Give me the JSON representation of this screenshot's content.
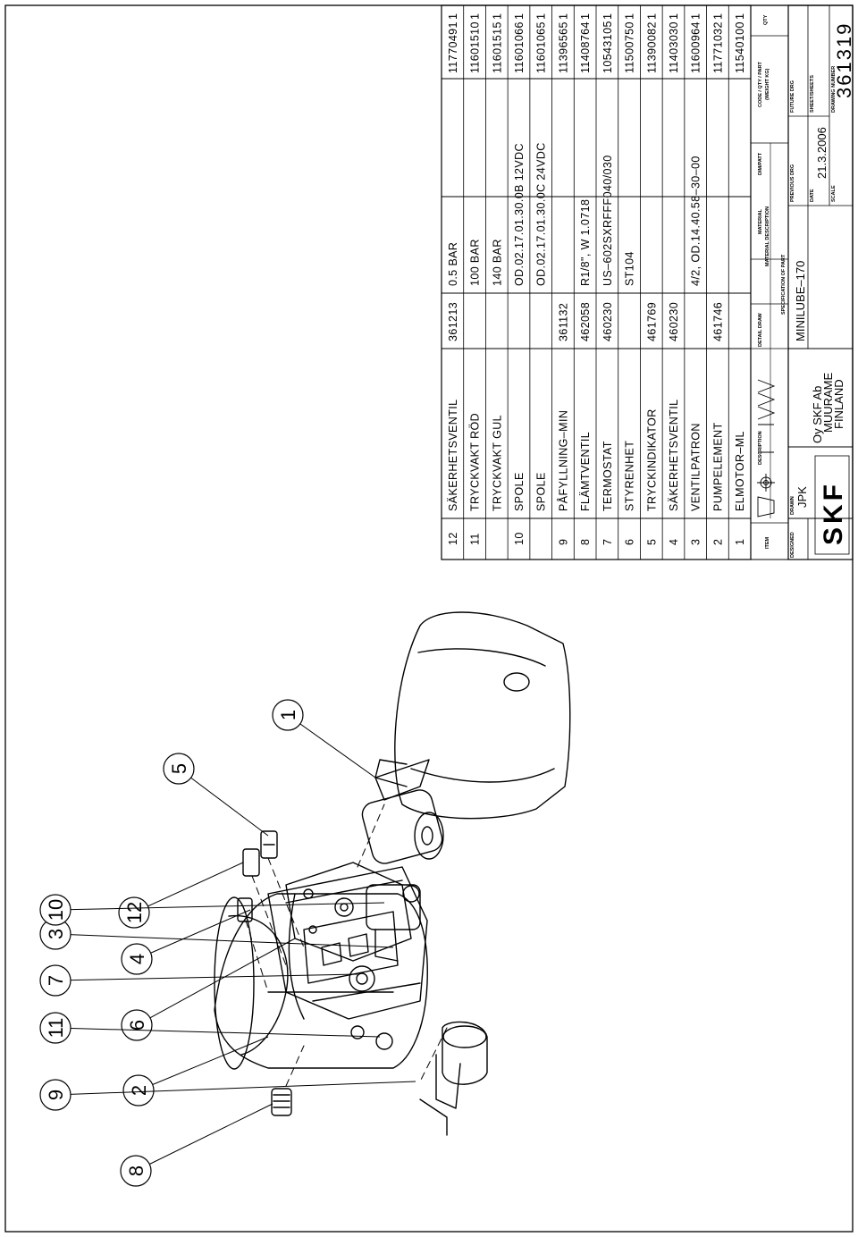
{
  "bom": {
    "rows": [
      {
        "item": "12",
        "description": "SÄKERHETSVENTIL",
        "detail_drw": "361213",
        "material": "0.5  BAR",
        "code": "11770491",
        "qty": "1"
      },
      {
        "item": "11",
        "description": "TRYCKVAKT  RÖD",
        "detail_drw": "",
        "material": "100  BAR",
        "code": "11601510",
        "qty": "1"
      },
      {
        "item": "",
        "description": "TRYCKVAKT  GUL",
        "detail_drw": "",
        "material": "140  BAR",
        "code": "11601515",
        "qty": "1"
      },
      {
        "item": "10",
        "description": "SPOLE",
        "detail_drw": "",
        "material": "OD.02.17.01.30.0B  12VDC",
        "code": "11601066",
        "qty": "1"
      },
      {
        "item": "",
        "description": "SPOLE",
        "detail_drw": "",
        "material": "OD.02.17.01.30.0C  24VDC",
        "code": "11601065",
        "qty": "1"
      },
      {
        "item": "9",
        "description": "PÅFYLLNING–MIN",
        "detail_drw": "361132",
        "material": "",
        "code": "11396565",
        "qty": "1"
      },
      {
        "item": "8",
        "description": "FLÄMTVENTIL",
        "detail_drw": "462058",
        "material": "R1/8\",  W 1.0718",
        "code": "11408764",
        "qty": "1"
      },
      {
        "item": "7",
        "description": "TERMOSTAT",
        "detail_drw": "460230",
        "material": "US–602SXRFFF040/030",
        "code": "10543105",
        "qty": "1"
      },
      {
        "item": "6",
        "description": "STYRENHET",
        "detail_drw": "",
        "material": "ST104",
        "code": "11500750",
        "qty": "1"
      },
      {
        "item": "5",
        "description": "TRYCKINDIKATOR",
        "detail_drw": "461769",
        "material": "",
        "code": "11390082",
        "qty": "1"
      },
      {
        "item": "4",
        "description": "SÄKERHETSVENTIL",
        "detail_drw": "460230",
        "material": "",
        "code": "11403030",
        "qty": "1"
      },
      {
        "item": "3",
        "description": "VENTILPATRON",
        "detail_drw": "",
        "material": "4/2,  OD.14.40.58–30–00",
        "code": "11600964",
        "qty": "1"
      },
      {
        "item": "2",
        "description": "PUMPELEMENT",
        "detail_drw": "461746",
        "material": "",
        "code": "11771032",
        "qty": "1"
      },
      {
        "item": "1",
        "description": "ELMOTOR–ML",
        "detail_drw": "",
        "material": "",
        "code": "11540100",
        "qty": "1"
      }
    ],
    "headers": {
      "item": "ITEM",
      "description": "DESCRIPTION",
      "detail_drw": "DETAIL DRAW",
      "material": "MATERIAL",
      "dimpatt": "DIM/PATT",
      "code": "CODE / QTY / PART",
      "weight": "(WEIGHT KG)",
      "qty": "QTY",
      "material_description": "MATERIAL DESCRIPTION",
      "specification": "SPECIFICATION OF PART"
    }
  },
  "title_block": {
    "designed_label": "DESIGNED",
    "drawn_label": "DRAWN",
    "drawn_value": "JPK",
    "company_line1": "Oy  SKF  Ab",
    "company_line2": "MUURAME",
    "company_line3": "FINLAND",
    "part_name": "MINILUBE–170",
    "previous_drg_label": "PREVIOUS DRG",
    "future_drg_label": "FUTURE DRG",
    "date_label": "DATE",
    "date_value": "21.3.2006",
    "sheet_label": "SHEET/SHEETS",
    "scale_label": "SCALE",
    "drawing_number_label": "DRAWING NUMBER",
    "drawing_number": "361319",
    "logo_text": "SKF"
  },
  "callouts": [
    "8",
    "2",
    "6",
    "4",
    "12",
    "9",
    "11",
    "7",
    "3",
    "10",
    "5",
    "1"
  ]
}
